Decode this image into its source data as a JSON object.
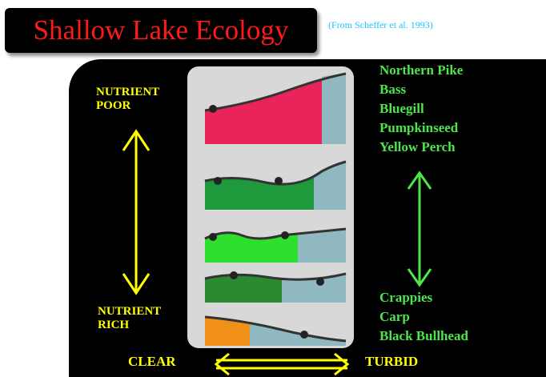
{
  "title": "Shallow Lake Ecology",
  "citation": "(From Scheffer et al. 1993)",
  "left_labels": {
    "top_line1": "NUTRIENT",
    "top_line2": "POOR",
    "bottom_line1": "NUTRIENT",
    "bottom_line2": "RICH"
  },
  "bottom_labels": {
    "left": "CLEAR",
    "right": "TURBID"
  },
  "species_clear": [
    "Northern Pike",
    "Bass",
    "Bluegill",
    "Pumpkinseed",
    "Yellow Perch"
  ],
  "species_turbid": [
    "Crappies",
    "Carp",
    "Black Bullhead"
  ],
  "colors": {
    "title_text": "#ff1a1a",
    "citation": "#18c8ff",
    "labels": "#ffff00",
    "species": "#4ce64c",
    "lake_1": "#e8245a",
    "lake_2": "#1e9a3c",
    "lake_3": "#2ee02e",
    "lake_4": "#2a8a30",
    "lake_5": "#f09018",
    "turbid_water": "#8fb8c0"
  }
}
